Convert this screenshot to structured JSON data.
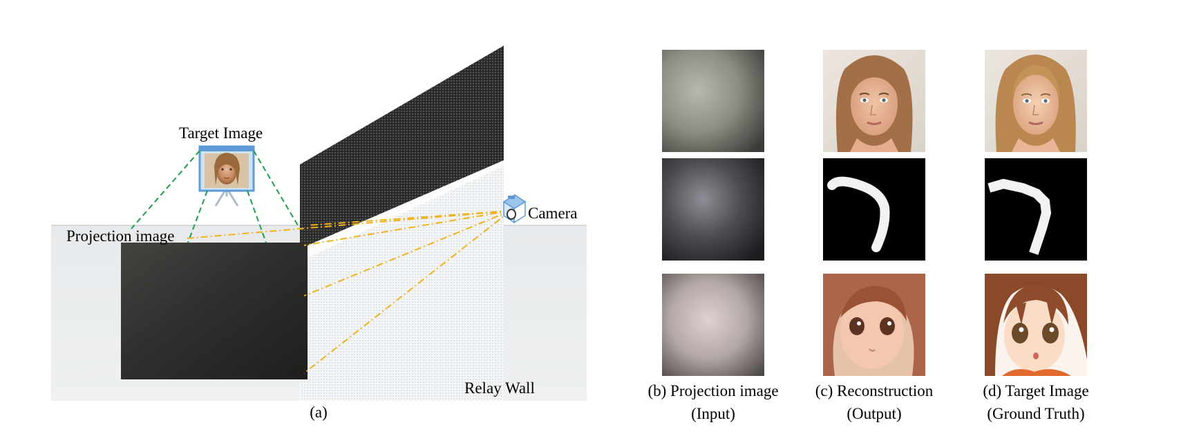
{
  "panel_a": {
    "target_label": "Target Image",
    "camera_label": "Camera",
    "projection_label": "Projection image",
    "relay_wall_label": "Relay Wall",
    "caption": "(a)"
  },
  "grid": {
    "columns": [
      {
        "line1": "(b) Projection image",
        "line2": "(Input)"
      },
      {
        "line1": "(c) Reconstruction",
        "line2": "(Output)"
      },
      {
        "line1": "(d) Target Image",
        "line2": "(Ground Truth)"
      }
    ],
    "rows": [
      "face",
      "digit-seven",
      "anime-face"
    ]
  },
  "colors": {
    "wall_light": "#e9ecee",
    "screen_dark": "#2e2f2e",
    "green_dashes": "#1a9e4a",
    "orange_dashes": "#f0b21c",
    "camera_blue": "#5f9ad6"
  }
}
